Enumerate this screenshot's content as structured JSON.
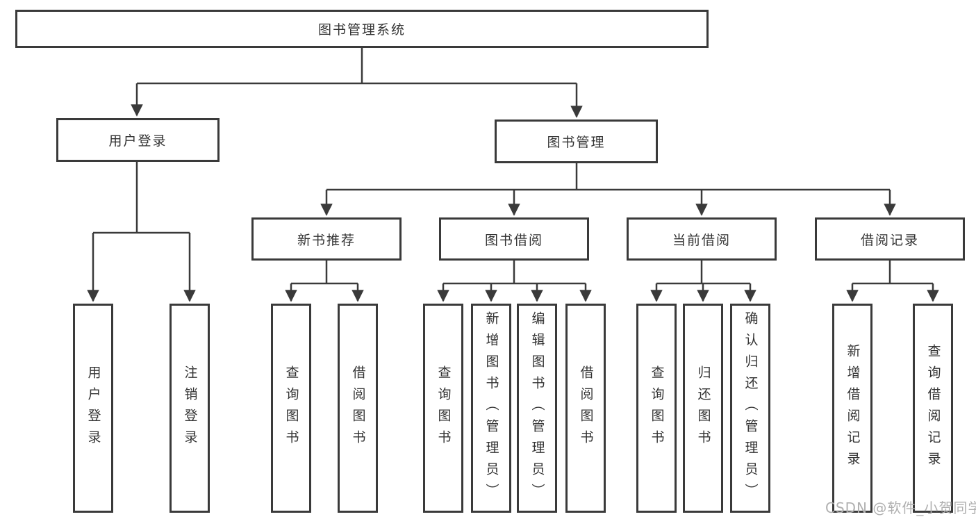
{
  "tree": {
    "root": {
      "label": "图书管理系统",
      "children": [
        {
          "label": "用户登录",
          "children": [
            {
              "label": "用户登录"
            },
            {
              "label": "注销登录"
            }
          ]
        },
        {
          "label": "图书管理",
          "children": [
            {
              "label": "新书推荐",
              "children": [
                {
                  "label": "查询图书"
                },
                {
                  "label": "借阅图书"
                }
              ]
            },
            {
              "label": "图书借阅",
              "children": [
                {
                  "label": "查询图书"
                },
                {
                  "label": "新增图书（管理员）"
                },
                {
                  "label": "编辑图书（管理员）"
                },
                {
                  "label": "借阅图书"
                }
              ]
            },
            {
              "label": "当前借阅",
              "children": [
                {
                  "label": "查询图书"
                },
                {
                  "label": "归还图书"
                },
                {
                  "label": "确认归还（管理员）"
                }
              ]
            },
            {
              "label": "借阅记录",
              "children": [
                {
                  "label": "新增借阅记录"
                },
                {
                  "label": "查询借阅记录"
                }
              ]
            }
          ]
        }
      ]
    }
  },
  "watermark": {
    "text": "CSDN @软件_小贺同学"
  },
  "colors": {
    "line": "#3a3a3a",
    "box_border": "#3a3a3a",
    "text": "#333333",
    "background": "#ffffff",
    "watermark": "#b0b0b0"
  }
}
